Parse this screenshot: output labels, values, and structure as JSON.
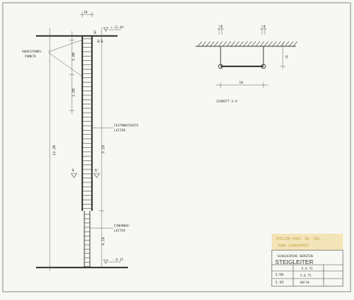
{
  "drawing": {
    "top_width_dim": "50",
    "top_level": "+ 12.05",
    "dim_top_segments": [
      "40",
      "40",
      "40"
    ],
    "note_rest_points": "RUHESTANDS-PUNKTE",
    "dim_180_a": "1.80",
    "dim_180_b": "1.80",
    "note_fixed_ladder": "FESTMONTIERTE LEITER",
    "total_height": "12.20",
    "ladder_height": "9.10",
    "section_marker": "A",
    "note_hook_ladder": "EINHÄNGE-LEITER",
    "dim_bottom": "4.10",
    "ground_level": "- 0.15",
    "section_caption": "SCHNITT A-A'",
    "section_dim_top_left": "8",
    "section_dim_top_right": "8",
    "section_dim_width": "50",
    "section_dim_height": "14"
  },
  "stamp": {
    "line1": "ATELIER PROF. DR. ING.",
    "line2": "HANS SCHWIPPERT"
  },
  "titleblock": {
    "project": "SCHULKIRCHE WERSTEN",
    "title": "STEIGLEITER",
    "sheet_no": "S.V.71",
    "scale1": "1:50",
    "scale2": "1:10",
    "date": "1.8.71",
    "ref": "60/34"
  },
  "colors": {
    "ink": "#3a3a3a",
    "paper": "#f7f7f4",
    "stamp": "#e8c777"
  }
}
